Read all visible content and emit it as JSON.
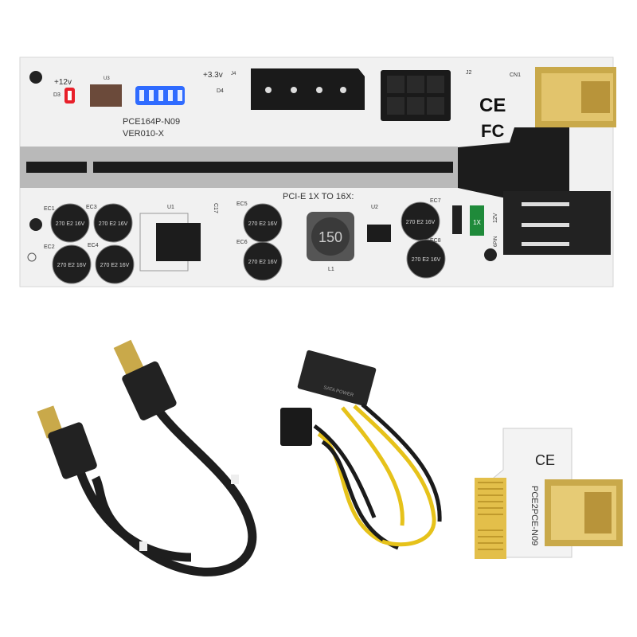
{
  "riser_board": {
    "model": "PCE164P-N09",
    "version": "VER010-X",
    "slot_label": "PCI-E 1X TO 16X:",
    "labels": {
      "v12": "+12v",
      "v33": "+3.3v",
      "d3": "D3",
      "d4": "D4",
      "u3": "U3",
      "j4": "J4",
      "j2": "J2",
      "cn1": "CN1",
      "u1": "U1",
      "u2": "U2",
      "l1": "L1",
      "c17": "C17",
      "inductor": "150",
      "fuse": "1X",
      "pin_label": "12V",
      "six_pin": "6PIN",
      "ce": "CE",
      "fc": "FC"
    },
    "capacitors": [
      {
        "ref": "EC1",
        "value": "270",
        "volt": "16V"
      },
      {
        "ref": "EC2",
        "value": "270",
        "volt": "16V"
      },
      {
        "ref": "EC3",
        "value": "270",
        "volt": "16V"
      },
      {
        "ref": "EC4",
        "value": "270",
        "volt": "16V"
      },
      {
        "ref": "EC5",
        "value": "270",
        "volt": "16V"
      },
      {
        "ref": "EC6",
        "value": "270",
        "volt": "16V"
      },
      {
        "ref": "EC7",
        "value": "270",
        "volt": "16V"
      },
      {
        "ref": "EC8",
        "value": "270",
        "volt": "16V"
      }
    ],
    "led_colors": {
      "power": "#e8202a",
      "status": "#2f6bff"
    }
  },
  "sata_cable": {
    "connector_label": "SATA POWER"
  },
  "adapter_card": {
    "model": "PCE2PCE-N09",
    "ce": "CE"
  }
}
